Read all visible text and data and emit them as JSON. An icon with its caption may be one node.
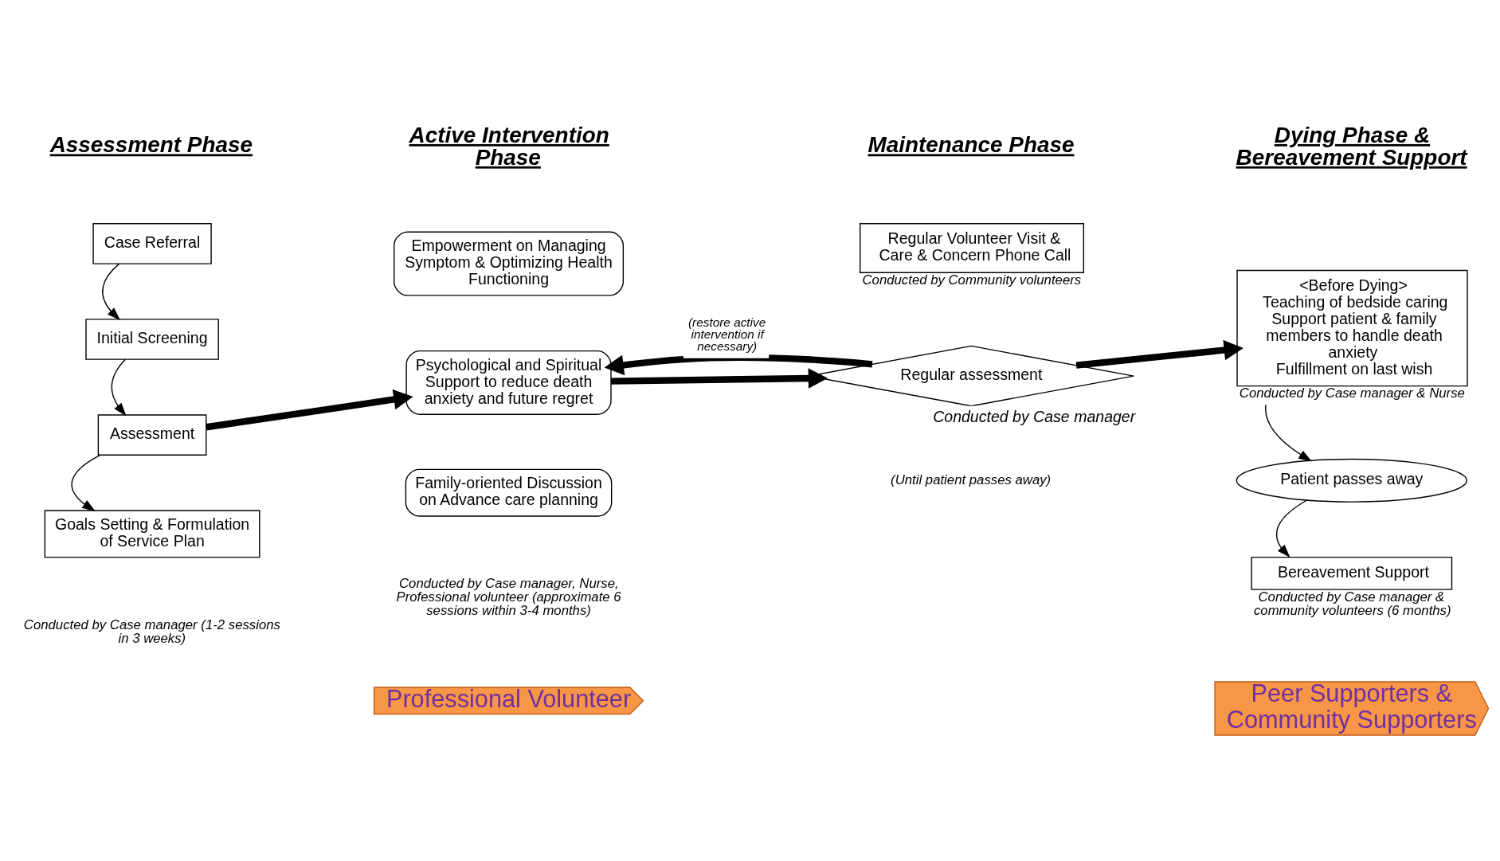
{
  "diagram": {
    "nodes": [
      {
        "text": [
          "Case Referral"
        ]
      },
      {
        "text": [
          "Initial Screening"
        ]
      },
      {
        "text": [
          "Assessment"
        ]
      },
      {
        "text": [
          "Goals Setting & Formulation of Service Plan"
        ]
      },
      {
        "text": [
          "Empowerment on Managing Symptom & Optimizing Health Functioning"
        ]
      },
      {
        "text": [
          "Psychological and Spiritual Support to reduce death anxiety and future regret"
        ]
      },
      {
        "text": [
          "Family-oriented Discussion on Advance care planning"
        ]
      },
      {
        "text": [
          "Regular Volunteer Visit & Care & Concern Phone Call"
        ],
        "beside": [
          "Conducted by Community volunteers"
        ]
      },
      {
        "text": [
          "Regular assessment"
        ],
        "beside": [
          "Conducted by Case manager"
        ]
      },
      {
        "text": [
          "<Before Dying>",
          "Teaching of bedside caring",
          "Support patient & family members to handle death anxiety",
          "Fulfillment on last wish"
        ],
        "beside": [
          "Conducted by Case manager & Nurse"
        ]
      },
      {
        "text": [
          "Patient passes away"
        ]
      },
      {
        "text": [
          "Bereavement Support"
        ],
        "beside": [
          "Conducted by Case manager & community volunteers (6 months)"
        ]
      }
    ],
    "edges": [
      {
        "from": 0,
        "to": 1,
        "arrow": "to"
      },
      {
        "from": 1,
        "to": 2,
        "arrow": "to"
      },
      {
        "from": 2,
        "to": 3,
        "arrow": "to"
      },
      {
        "from": 2,
        "to": 5,
        "arrow": "to",
        "style": "thick"
      },
      {
        "from": 5,
        "to": 8,
        "arrow": "to",
        "style": "thick"
      },
      {
        "from": 8,
        "to": 5,
        "arrow": "to",
        "style": "thick",
        "label": "(restore active intervention if necessary)"
      },
      {
        "from": 8,
        "to": 9,
        "arrow": "to",
        "style": "thick"
      },
      {
        "from": 9,
        "to": 10,
        "arrow": "to"
      },
      {
        "from": 10,
        "to": 11,
        "arrow": "to"
      }
    ],
    "labels": [
      "Assessment Phase",
      "Active Intervention Phase",
      "Maintenance Phase",
      "Dying Phase & Bereavement Support",
      "Conducted by Case manager (1-2 sessions in 3 weeks)",
      "Conducted by Case manager, Nurse, Professional volunteer (approximate 6 sessions within 3-4 months)",
      "(Until patient passes away)",
      "Professional Volunteer",
      "Peer Supporters & Community Supporters"
    ]
  }
}
